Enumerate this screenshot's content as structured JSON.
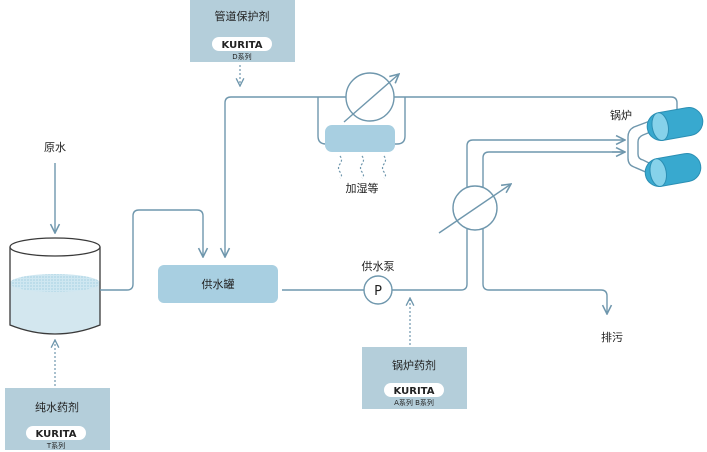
{
  "diagram": {
    "chemicals": {
      "pipe_protector": {
        "title": "管道保护剂",
        "brand": "KURITA",
        "series": "D系列"
      },
      "boiler_chemical": {
        "title": "锅炉药剂",
        "brand": "KURITA",
        "series": "A系列 B系列"
      },
      "pure_water_chemical": {
        "title": "纯水药剂",
        "brand": "KURITA",
        "series": "T系列"
      }
    },
    "labels": {
      "raw_water": "原水",
      "feed_tank": "供水罐",
      "feed_pump": "供水泵",
      "pump_symbol": "P",
      "humidifier": "加湿等",
      "boiler": "锅炉",
      "blowdown": "排污"
    }
  },
  "colors": {
    "line": "#6f97ad",
    "chemical_box": "#b4ceda",
    "feed_tank": "#a8cfe1",
    "boiler_drum": "#38a9cf",
    "text": "#222222"
  }
}
